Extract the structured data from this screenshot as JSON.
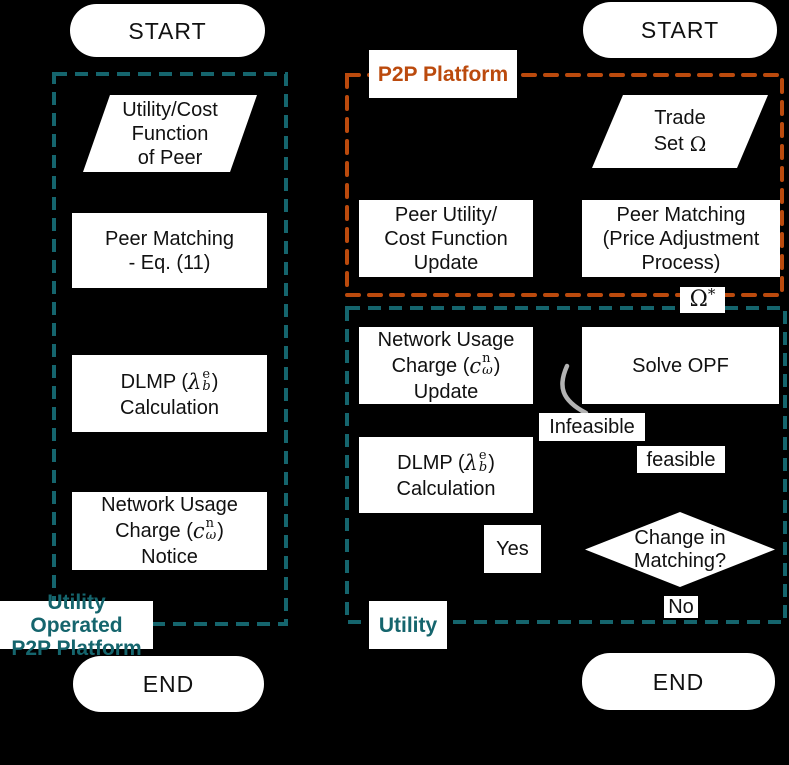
{
  "figure": {
    "colors": {
      "teal": "#15656d",
      "orange": "#bb4a0d",
      "arrow_gray": "#b3b3b3",
      "node_fill": "#ffffff",
      "background": "#000000"
    },
    "left": {
      "start_label": "START",
      "group_label": {
        "line1": "Utility Operated",
        "line2": "P2P Platform"
      },
      "input_box": {
        "line1": "Utility/Cost",
        "line2": "Function",
        "line3": "of Peer"
      },
      "peer_matching": {
        "line1": "Peer Matching",
        "line2": "- Eq. (11)"
      },
      "dlmp": {
        "prefix": "DLMP (",
        "symbol": "λ",
        "sup": "e",
        "sub": "b",
        "suffix": ")",
        "line2": "Calculation"
      },
      "network_charge": {
        "line1": "Network Usage",
        "prefix": "Charge (",
        "symbol": "c",
        "sup": "n",
        "sub": "ω",
        "suffix": ")",
        "line3": "Notice"
      },
      "end_label": "END"
    },
    "right": {
      "start_label": "START",
      "p2p_group_label": "P2P Platform",
      "utility_group_label": "Utility",
      "trade_set": {
        "line1": "Trade",
        "line2_prefix": "Set",
        "omega": "Ω"
      },
      "peer_utility": {
        "line1": "Peer Utility/",
        "line2": "Cost Function",
        "line3": "Update"
      },
      "peer_matching": {
        "line1": "Peer Matching",
        "line2": "(Price Adjustment",
        "line3": "Process)"
      },
      "omega_star": {
        "symbol": "Ω",
        "sup": "*"
      },
      "network_charge": {
        "line1": "Network Usage",
        "prefix": "Charge (",
        "symbol": "c",
        "sup": "n",
        "sub": "ω",
        "suffix": ")",
        "line3": "Update"
      },
      "solve_opf": "Solve OPF",
      "infeasible_label": "Infeasible",
      "feasible_label": "feasible",
      "dlmp": {
        "prefix": "DLMP (",
        "symbol": "λ",
        "sup": "e",
        "sub": "b",
        "suffix": ")",
        "line2": "Calculation"
      },
      "yes_label": "Yes",
      "decision": {
        "line1": "Change in",
        "line2": "Matching?"
      },
      "no_label": "No",
      "end_label": "END"
    }
  }
}
